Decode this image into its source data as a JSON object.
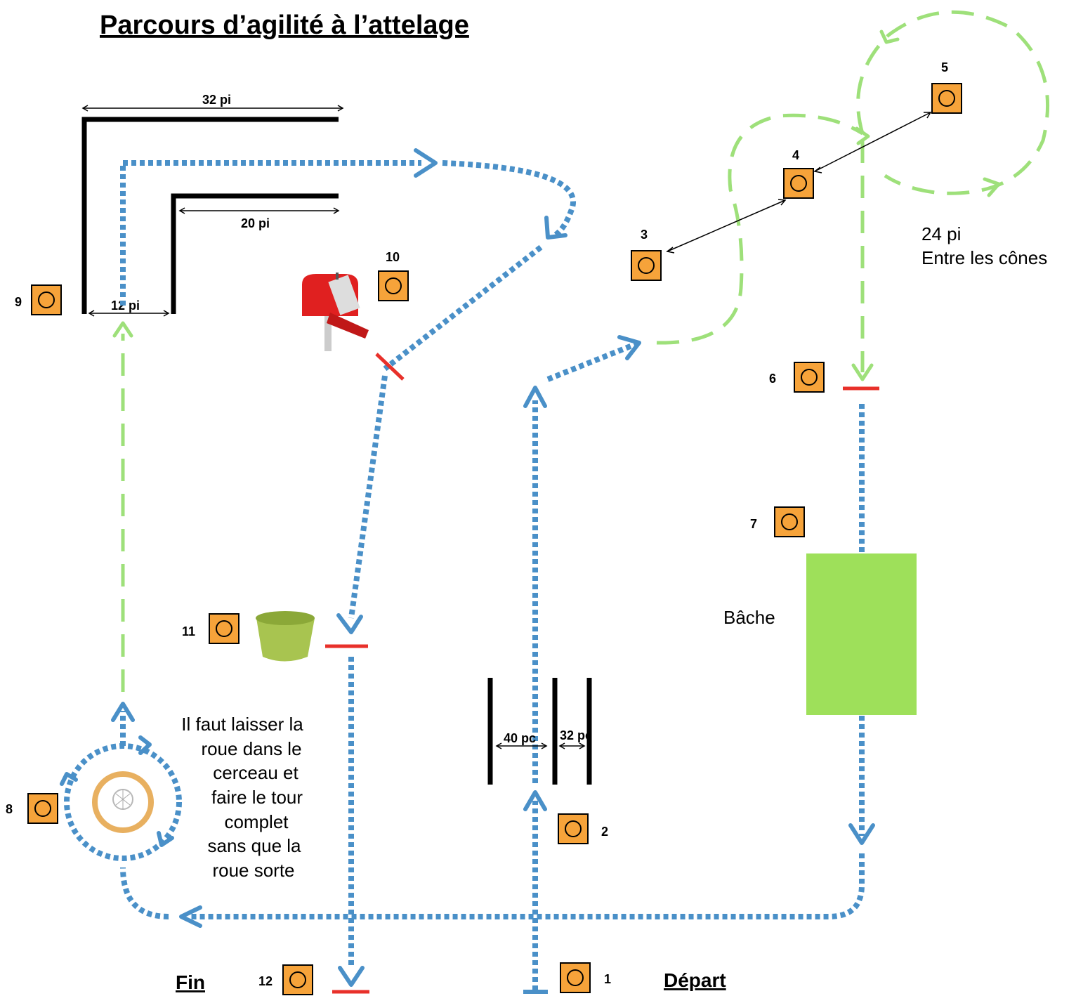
{
  "title": "Parcours d’agilité à l’attelage",
  "cones": [
    {
      "number": "1"
    },
    {
      "number": "2"
    },
    {
      "number": "3"
    },
    {
      "number": "4"
    },
    {
      "number": "5"
    },
    {
      "number": "6"
    },
    {
      "number": "7"
    },
    {
      "number": "8"
    },
    {
      "number": "9"
    },
    {
      "number": "10"
    },
    {
      "number": "11"
    },
    {
      "number": "12"
    }
  ],
  "dimensions": {
    "outer_top": "32 pi",
    "inner_top": "20 pi",
    "corridor_width": "12 pi",
    "gate_wide": "40 pc",
    "gate_narrow": "32 pc"
  },
  "cone_note_line1": "24 pi",
  "cone_note_line2": "Entre les cônes",
  "tarp_label": "Bâche",
  "wheel_note": [
    "Il faut laisser la",
    "roue dans le",
    "cerceau et",
    "faire le tour",
    "complet",
    "sans que la",
    "roue sorte"
  ],
  "start_label": "Départ",
  "finish_label": "Fin",
  "colors": {
    "path_blue": "#4a90c8",
    "path_green": "#9ee07a",
    "cone": "#f6a33a",
    "gate_red": "#e8302a",
    "tarp": "#9ee05a",
    "hoop": "#e8b060"
  }
}
